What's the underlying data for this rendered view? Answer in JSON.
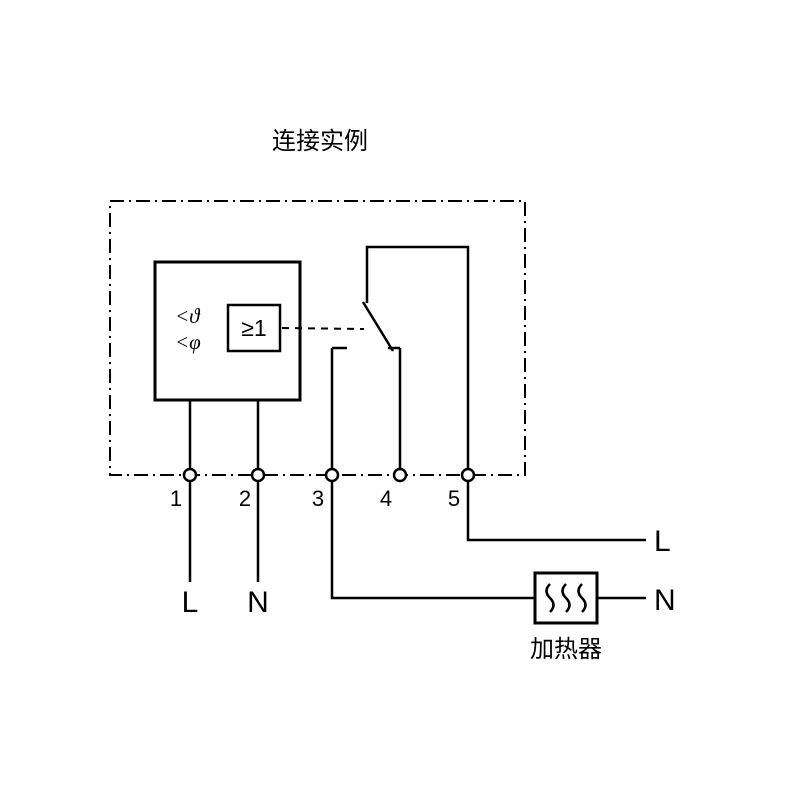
{
  "title": "连接实例",
  "device": {
    "temp_input_label": "<ϑ",
    "humidity_input_label": "<φ",
    "or_gate_label": "≥1"
  },
  "terminals": [
    "1",
    "2",
    "3",
    "4",
    "5"
  ],
  "labels": {
    "left_line": "L",
    "left_neutral": "N",
    "right_line": "L",
    "right_neutral": "N",
    "heater": "加热器"
  },
  "colors": {
    "stroke": "#000000",
    "background": "#ffffff"
  }
}
